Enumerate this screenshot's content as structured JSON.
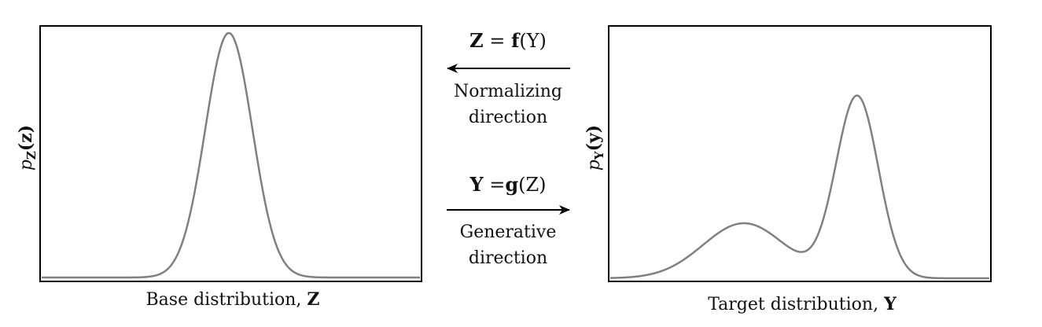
{
  "left_panel": {
    "ylabel_main": "p",
    "ylabel_sub": "Z",
    "ylabel_arg": "(z)",
    "xlabel_text": "Base distribution, ",
    "xlabel_bold": "Z"
  },
  "right_panel": {
    "ylabel_main": "p",
    "ylabel_sub": "Y",
    "ylabel_arg": "(y)",
    "xlabel_text": "Target distribution, ",
    "xlabel_bold": "Y"
  },
  "normalizing": {
    "equation_lhs": "Z",
    "equation_eq": " = ",
    "equation_f": "f",
    "equation_arg": "(Y)",
    "caption_line1": "Normalizing",
    "caption_line2": "direction"
  },
  "generative": {
    "equation_lhs": "Y",
    "equation_eq": " =",
    "equation_g": "g",
    "equation_arg": "(Z)",
    "caption_line1": "Generative",
    "caption_line2": "direction"
  },
  "colors": {
    "curve": "#808080",
    "frame": "#000000",
    "arrow": "#000000"
  }
}
